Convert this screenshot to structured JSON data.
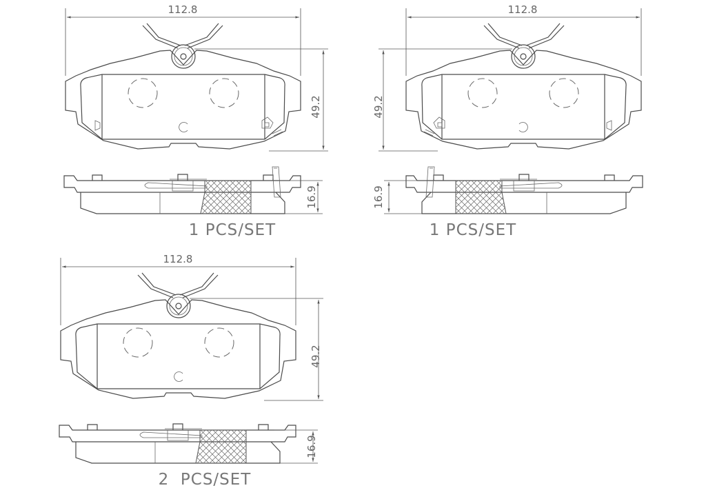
{
  "drawings": [
    {
      "width_label": "112.8",
      "height_label": "49.2",
      "thickness_label": "16.9",
      "quantity_label": "1 PCS/SET",
      "mirrored": false,
      "wear_indicator": true
    },
    {
      "width_label": "112.8",
      "height_label": "49.2",
      "thickness_label": "16.9",
      "quantity_label": "1 PCS/SET",
      "mirrored": true,
      "wear_indicator": true
    },
    {
      "width_label": "112.8",
      "height_label": "49.2",
      "thickness_label": "16.9",
      "quantity_label": "2  PCS/SET",
      "mirrored": false,
      "wear_indicator": false
    }
  ],
  "colors": {
    "line": "#4a4a4a",
    "text": "#777777"
  }
}
